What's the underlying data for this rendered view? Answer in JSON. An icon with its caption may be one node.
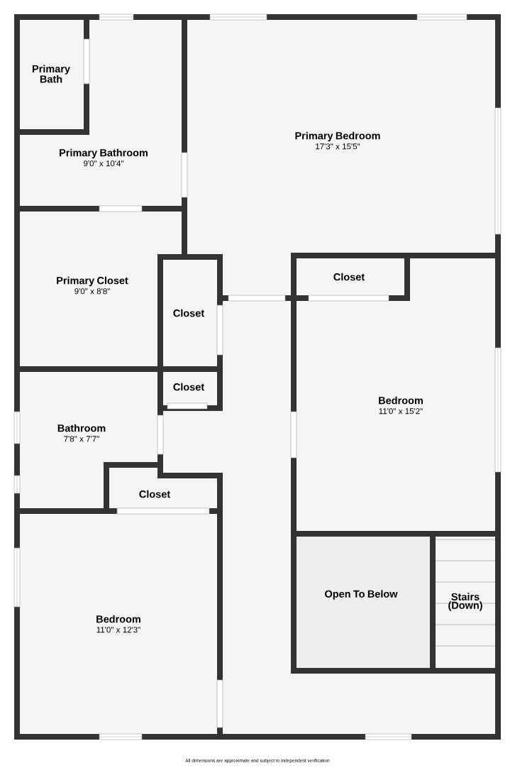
{
  "diagram": {
    "nodes": [
      {
        "text": [
          "Primary Bath"
        ]
      },
      {
        "text": [
          "Primary Bedroom",
          "17'3\" x 15'5\""
        ]
      },
      {
        "text": [
          "Primary Bathroom",
          "9'0\" x 10'4\""
        ]
      },
      {
        "text": [
          "Primary Closet",
          "9'0\" x 8'8\""
        ]
      },
      {
        "text": [
          "Closet"
        ]
      },
      {
        "text": [
          "Closet"
        ]
      },
      {
        "text": [
          "Bedroom",
          "11'0\" x 15'2\""
        ]
      },
      {
        "text": [
          "Closet"
        ]
      },
      {
        "text": [
          "Bathroom",
          "7'8\" x 7'7\""
        ]
      },
      {
        "text": [
          "Closet"
        ]
      },
      {
        "text": [
          "Open To Below"
        ]
      },
      {
        "text": [
          "Stairs (Down)"
        ]
      },
      {
        "text": [
          "Bedroom",
          "11'0\" x 12'3\""
        ]
      }
    ],
    "labels": [
      "All dimensions are approximate and subject to independent verification"
    ]
  }
}
